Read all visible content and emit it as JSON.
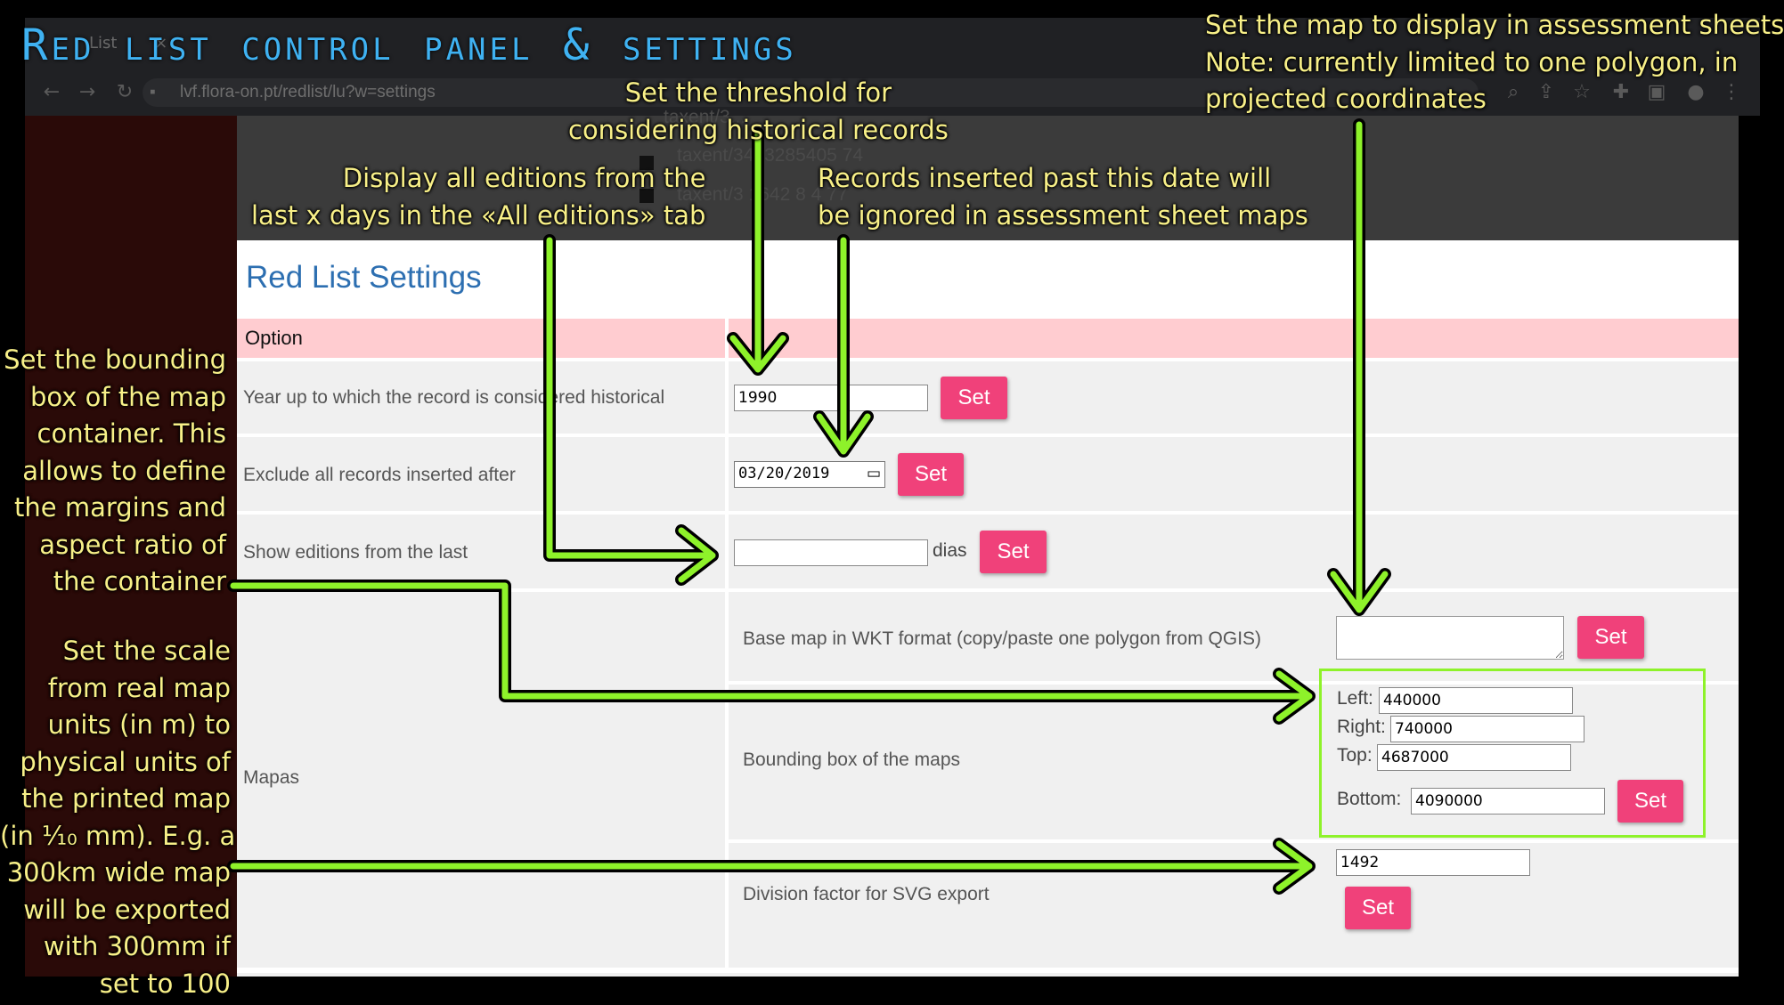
{
  "overlay_title": "Red list control panel & settings",
  "browser": {
    "tab_title": "List",
    "address": "lvf.flora-on.pt/redlist/lu?w=settings"
  },
  "background_links": [
    "taxent/3...",
    "taxent/3413285405 74",
    "taxent/3 1642 8 4 77"
  ],
  "page": {
    "title": "Red List Settings",
    "header": {
      "option": "Option"
    },
    "rows": {
      "historical": {
        "label": "Year up to which the record is considered historical",
        "value": "1990",
        "button": "Set"
      },
      "exclude": {
        "label": "Exclude all records inserted after",
        "value": "03/20/2019",
        "button": "Set"
      },
      "editions": {
        "label": "Show editions from the last",
        "value": "",
        "unit": "dias",
        "button": "Set"
      },
      "mapas": {
        "label": "Mapas",
        "basemap": {
          "label": "Base map in WKT format (copy/paste one polygon from QGIS)",
          "button": "Set"
        },
        "bbox": {
          "label": "Bounding box of the maps",
          "left_label": "Left:",
          "left": "440000",
          "right_label": "Right:",
          "right": "740000",
          "top_label": "Top:",
          "top": "4687000",
          "bottom_label": "Bottom:",
          "bottom": "4090000",
          "button": "Set"
        },
        "division": {
          "label": "Division factor for SVG export",
          "value": "1492",
          "button": "Set"
        }
      }
    }
  },
  "annotations": {
    "historical": "Set the threshold for\nconsidering historical records",
    "editions": "Display all editions from the\nlast x days in the «All editions» tab",
    "exclude": "Records inserted past this date will\nbe ignored in assessment sheet maps",
    "basemap": "Set the map to display in assessment sheets\nNote: currently limited to one polygon, in\nprojected coordinates",
    "bbox": "Set the bounding\nbox of the map\ncontainer. This\nallows to define\nthe margins and\naspect ratio of\nthe container",
    "scale": "Set the scale\nfrom real map\nunits (in m) to\nphysical units of\nthe printed map\n(in ⅒ mm). E.g. a\n300km wide map\nwill be exported\nwith 300mm if\nset to 100"
  },
  "colors": {
    "accent_button": "#f0417a",
    "annotation_text": "#f8f088",
    "arrow": "#8ef22a",
    "title": "#3fb2f2",
    "page_title": "#2d6fb1",
    "header_row": "#ffccd0"
  },
  "icons": [
    "back-icon",
    "forward-icon",
    "reload-icon",
    "lock-icon",
    "zoom-icon",
    "share-icon",
    "star-icon",
    "extensions-icon",
    "sidepanel-icon",
    "profile-icon",
    "menu-icon",
    "calendar-icon"
  ]
}
